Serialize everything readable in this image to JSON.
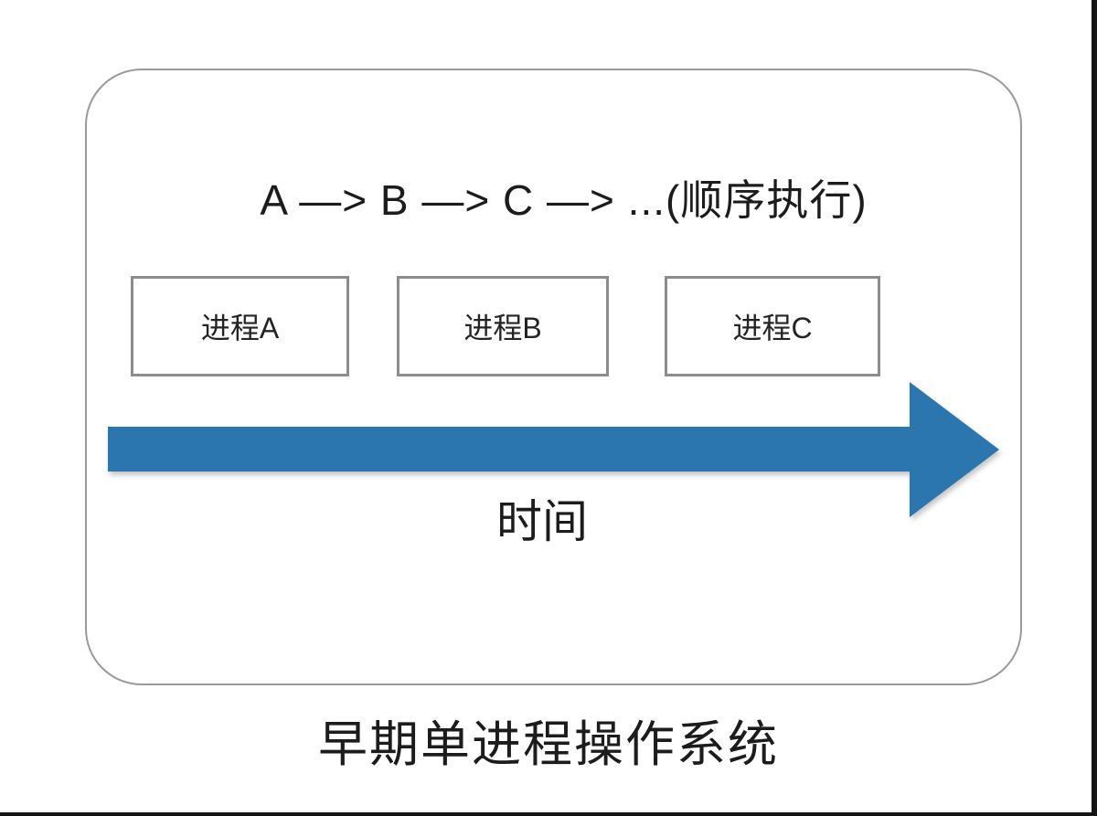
{
  "diagram": {
    "sequence_text": "A —> B —> C —> ...(顺序执行)",
    "boxes": [
      {
        "label": "进程A"
      },
      {
        "label": "进程B"
      },
      {
        "label": "进程C"
      }
    ],
    "time_label": "时间",
    "arrow_color": "#2b76af",
    "frame_border_color": "#9a9a9a",
    "box_border_color": "#8c8c8c",
    "ink_color": "#1c1c1c",
    "edge_color": "#141414"
  },
  "caption": {
    "text": "早期单进程操作系统"
  }
}
